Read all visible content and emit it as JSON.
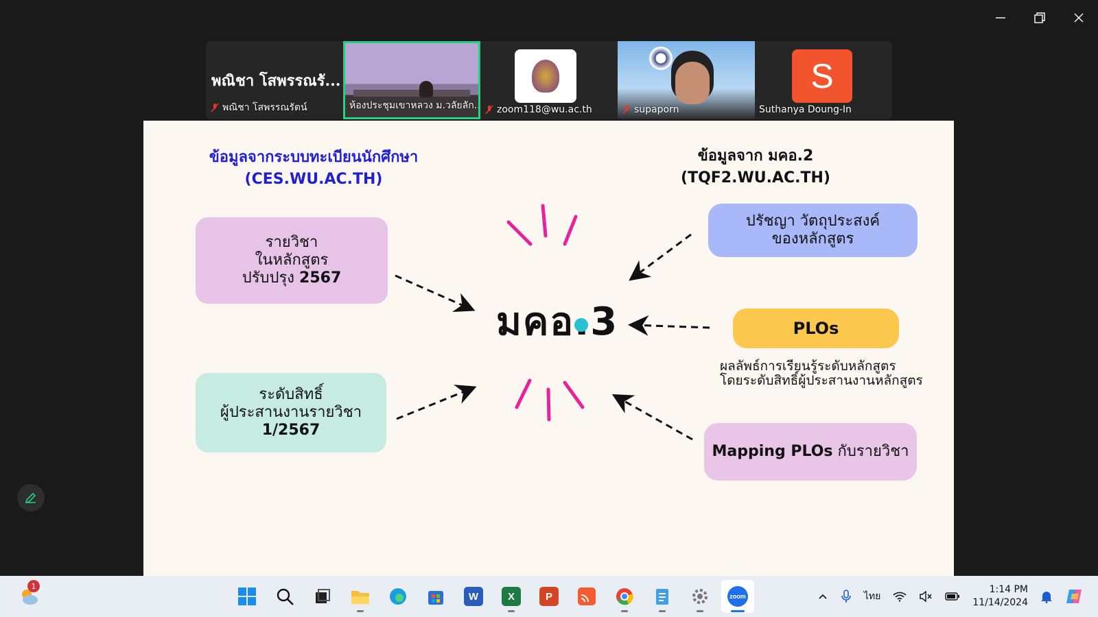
{
  "participants": [
    {
      "big_name": "พณิชา โสพรรณรั...",
      "name": "พณิชา โสพรรณรัตน์",
      "muted": true
    },
    {
      "name": "ห้องประชุมเขาหลวง ม.วลัยลัก...",
      "muted": false,
      "active": true
    },
    {
      "name": "zoom118@wu.ac.th",
      "muted": true
    },
    {
      "name": "supaporn",
      "muted": true
    },
    {
      "name": "Suthanya Doung-In",
      "avatar_letter": "S",
      "avatar_color": "#f2542d",
      "muted": false
    }
  ],
  "slide": {
    "left_header_line1": "ข้อมูลจากระบบทะเบียนนักศึกษา",
    "left_header_line2": "(CES.WU.AC.TH)",
    "right_header_line1": "ข้อมูลจาก มคอ.2",
    "right_header_line2": "(TQF2.WU.AC.TH)",
    "box_courses": {
      "line1": "รายวิชา",
      "line2": "ในหลักสูตร",
      "line3_pre": "ปรับปรุง ",
      "line3_bold": "2567"
    },
    "box_rights": {
      "line1": "ระดับสิทธิ์",
      "line2": "ผู้ประสานงานรายวิชา",
      "line3": "1/2567"
    },
    "box_philosophy": {
      "line1": "ปรัชญา วัตถุประสงค์",
      "line2": "ของหลักสูตร"
    },
    "box_plos": "PLOs",
    "plos_caption_line1": "ผลลัพธ์การเรียนรู้ระดับหลักสูตร",
    "plos_caption_line2": "โดยระดับสิทธิ์ผู้ประสานงานหลักสูตร",
    "box_mapping_bold": "Mapping PLOs",
    "box_mapping_rest": " กับรายวิชา",
    "center_title": "มคอ.3"
  },
  "colors": {
    "left_header": "#1f1fd6",
    "accent_rays": "#e8229a",
    "box_courses": "#e6c3e7",
    "box_rights": "#c6ebe2",
    "box_philosophy": "#a9b8f8",
    "box_plos": "#fbc74d",
    "box_mapping": "#e9c5e8",
    "active_speaker": "#27d07f"
  },
  "taskbar": {
    "notification_count": "1",
    "apps": [
      "start-icon",
      "search-icon",
      "task-view-icon",
      "file-explorer-icon",
      "edge-icon",
      "store-icon",
      "word-icon",
      "excel-icon",
      "powerpoint-icon",
      "cast-icon",
      "chrome-icon",
      "notepad-icon",
      "settings-icon",
      "zoom-icon"
    ],
    "app_labels": {
      "word": "W",
      "excel": "X",
      "powerpoint": "P",
      "zoom": "zoom"
    },
    "language": "ไทย",
    "time": "1:14 PM",
    "date": "11/14/2024"
  }
}
